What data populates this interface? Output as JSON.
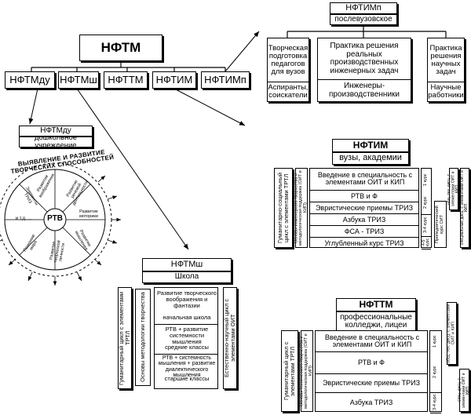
{
  "top": {
    "root": "НФТМ",
    "children": [
      "НФТМду",
      "НФТМш",
      "НФТТМ",
      "НФТИМ",
      "НФТИМп"
    ]
  },
  "postgrad": {
    "title": "НФТИМп",
    "subtitle": "послевузовское",
    "col1_top": "Творческая подготовка педагогов для вузов",
    "col1_bottom": "Аспиранты, соискатели",
    "col2_top": "Практика решения реальных производственных инженерных задач",
    "col2_bottom": "Инженеры-производственники",
    "col3_top": "Практика решения научных задач",
    "col3_bottom": "Научные работники"
  },
  "preschool": {
    "title": "НФТМду",
    "subtitle": "дошкольное учреждение",
    "arc_text": "ВЫЯВЛЕНИЕ И РАЗВИТИЕ ТВОРЧЕСКИХ СПОСОБНОСТЕЙ",
    "center": "РТВ",
    "sectors": [
      "Развитие воображения",
      "Развитие речевой деятельности",
      "Развитие моторики",
      "Развитие мышления",
      "Развитие творческой личности",
      "Познание мира",
      "и т.д. ...",
      "Элементы ТРИЗ"
    ]
  },
  "school": {
    "title": "НФТМш",
    "subtitle": "Школа",
    "left_label": "Гуманитарный цикл с элементами ТРТЛ",
    "method_label": "Основы методологии творчества",
    "right_label": "Естественно-научный цикл с элементами ОИТ",
    "items": [
      "Развитие творческого воображения и фантазии",
      "начальная школа",
      "РТВ + развитие системности мышления",
      "средние классы",
      "РТВ + системность мышления + развитие диалектического мышления",
      "старшие классы"
    ]
  },
  "univ": {
    "title": "НФТИМ",
    "subtitle": "вузы, академии",
    "left_label": "Гуманитарно-социальный цикл с элементами ТРТЛ",
    "support_label": "Основы инженерного творчества и методологическая поддержка (ОИТ и КИП)",
    "items": [
      "Введение в специальность с элементами ОИТ и КИП",
      "РТВ и Ф",
      "Эвристические приемы ТРИЗ",
      "Азбука ТРИЗ",
      "ФСА - ТРИЗ",
      "Углубленный курс ТРИЗ"
    ],
    "courses": [
      "1 курс",
      "2 курс",
      "3-4 курс",
      "4-5 курс"
    ],
    "right1": "общ. тех. дисц. с элементами ОИТ и КИП",
    "right2": "специальные дисц. с элементами ОИТ и КИП",
    "right3": "Пропедевтический курс ОИТ"
  },
  "college": {
    "title": "НФТТМ",
    "subtitle": "профессиональные колледжи, лицеи",
    "left_label": "Гуманитарный цикл с элементами ТРТЛ",
    "support_label": "Основы технического творчества и методологическая поддержка (ОИТ и КИП)",
    "items": [
      "Введение в специальность с элементами ОИТ и КИП",
      "РТВ и Ф",
      "Эвристические приемы ТРИЗ",
      "Азбука ТРИЗ"
    ],
    "courses": [
      "1 курс",
      "2 курс",
      "3-4 курс"
    ],
    "right1": "общ. тех. дисц. с элементами ОИТ и КИП",
    "right2": "спец. дисц. с элементами ОИТ и КИП"
  }
}
